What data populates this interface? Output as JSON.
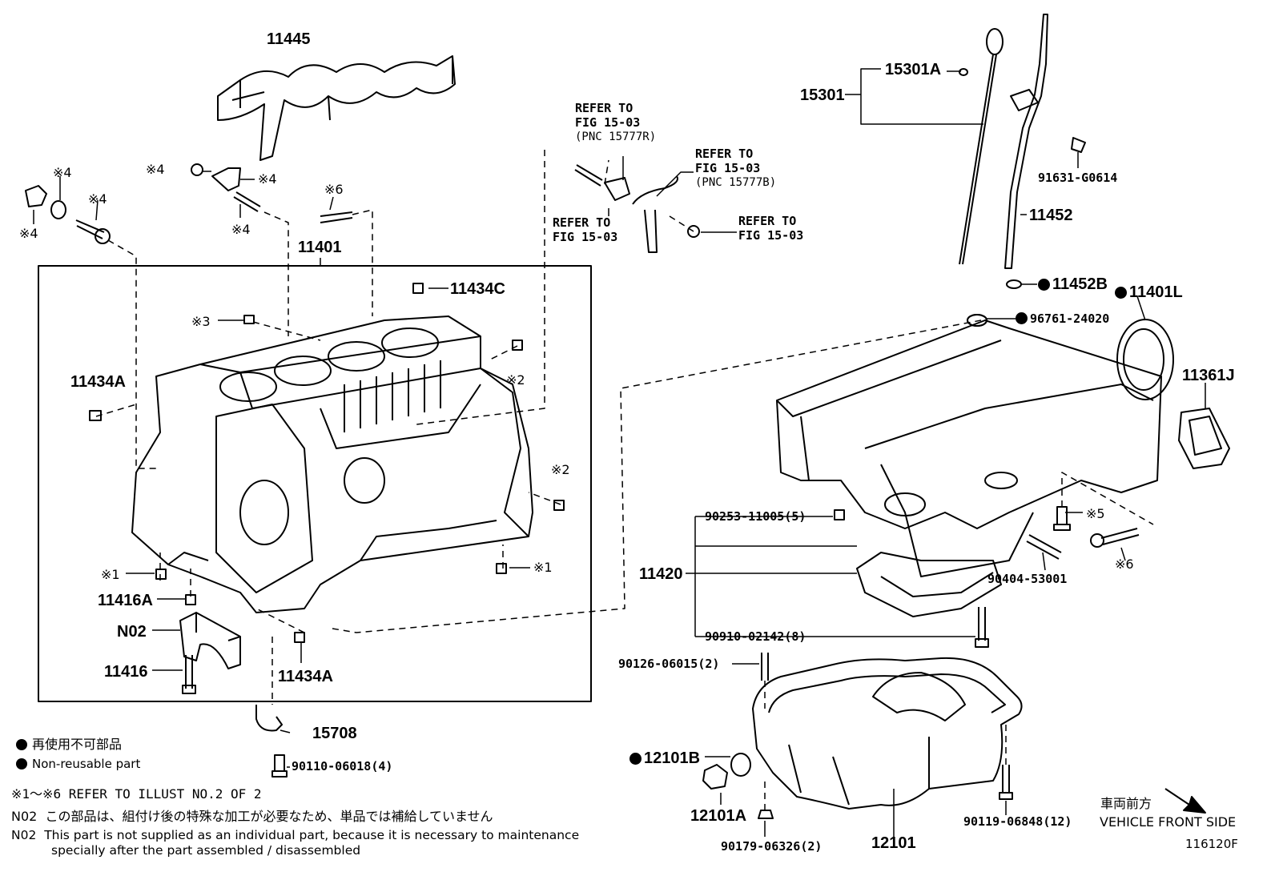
{
  "parts": {
    "p11445": "11445",
    "p11401": "11401",
    "p11434C": "11434C",
    "p11434A_left": "11434A",
    "p11434A_bottom": "11434A",
    "p11416A": "11416A",
    "pN02": "N02",
    "p11416": "11416",
    "p15708": "15708",
    "p90110": "90110-06018(4)",
    "p15301A": "15301A",
    "p15301": "15301",
    "p91631": "91631-G0614",
    "p11452": "11452",
    "p11452B": "11452B",
    "p11401L": "11401L",
    "p96761": "96761-24020",
    "p11361J": "11361J",
    "p90253": "90253-11005(5)",
    "p11420": "11420",
    "p90404": "90404-53001",
    "p90910": "90910-02142(8)",
    "p90126": "90126-06015(2)",
    "p12101B": "12101B",
    "p12101A": "12101A",
    "p90179": "90179-06326(2)",
    "p12101": "12101",
    "p90119": "90119-06848(12)"
  },
  "marks": {
    "m4a": "※4",
    "m4b": "※4",
    "m4c": "※4",
    "m4d": "※4",
    "m4e": "※4",
    "m4f": "※4",
    "m6a": "※6",
    "m6b": "※6",
    "m3": "※3",
    "m2a": "※2",
    "m2b": "※2",
    "m1a": "※1",
    "m1b": "※1",
    "m5": "※5"
  },
  "refs": {
    "r1_l1": "REFER TO",
    "r1_l2": "FIG 15-03",
    "r1_l3": "(PNC 15777R)",
    "r2_l1": "REFER TO",
    "r2_l2": "FIG 15-03",
    "r2_l3": "(PNC 15777B)",
    "r3_l1": "REFER TO",
    "r3_l2": "FIG 15-03",
    "r4_l1": "REFER TO",
    "r4_l2": "FIG 15-03"
  },
  "legend": {
    "jp": "再使用不可部品",
    "en": "Non-reusable part"
  },
  "notes": {
    "refer_illust": "※1～※6 REFER TO ILLUST NO.2 OF 2",
    "n02_jp_code": "N02",
    "n02_jp": "この部品は、組付け後の特殊な加工が必要なため、単品では補給していません",
    "n02_en_code": "N02",
    "n02_en_1": "This part is not supplied as an individual part, because it is necessary to maintenance",
    "n02_en_2": "specially after the part assembled / disassembled"
  },
  "direction": {
    "jp": "車両前方",
    "en": "VEHICLE FRONT SIDE"
  },
  "figure_id": "116120F",
  "colors": {
    "ink": "#000000",
    "paper": "#ffffff"
  }
}
